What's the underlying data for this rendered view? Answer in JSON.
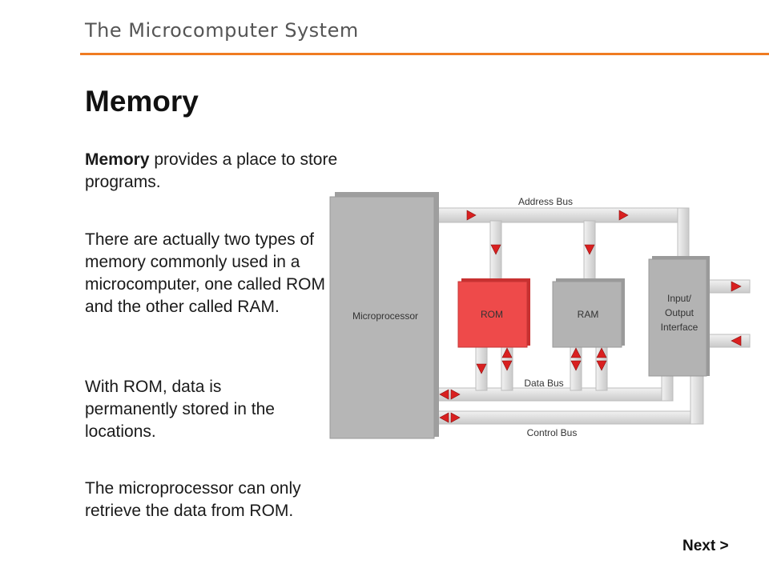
{
  "header": {
    "title": "The Microcomputer System",
    "accent_color": "#f07c22"
  },
  "page_title": "Memory",
  "paragraphs": {
    "p1_bold": "Memory",
    "p1_rest": " provides a place to store programs.",
    "p2": "There are actually two types of memory commonly used in a microcomputer, one called ROM and the other called RAM.",
    "p3": "With ROM, data is permanently stored in the locations.",
    "p4": "The microprocessor can only retrieve the data from ROM."
  },
  "diagram": {
    "microprocessor": "Microprocessor",
    "rom": "ROM",
    "ram": "RAM",
    "io_line1": "Input/",
    "io_line2": "Output",
    "io_line3": "Interface",
    "address_bus": "Address Bus",
    "data_bus": "Data Bus",
    "control_bus": "Control Bus",
    "rom_color": "#ee4a4a",
    "block_color": "#b3b3b3",
    "arrow_color": "#d92020"
  },
  "nav": {
    "next_label": "Next >"
  }
}
